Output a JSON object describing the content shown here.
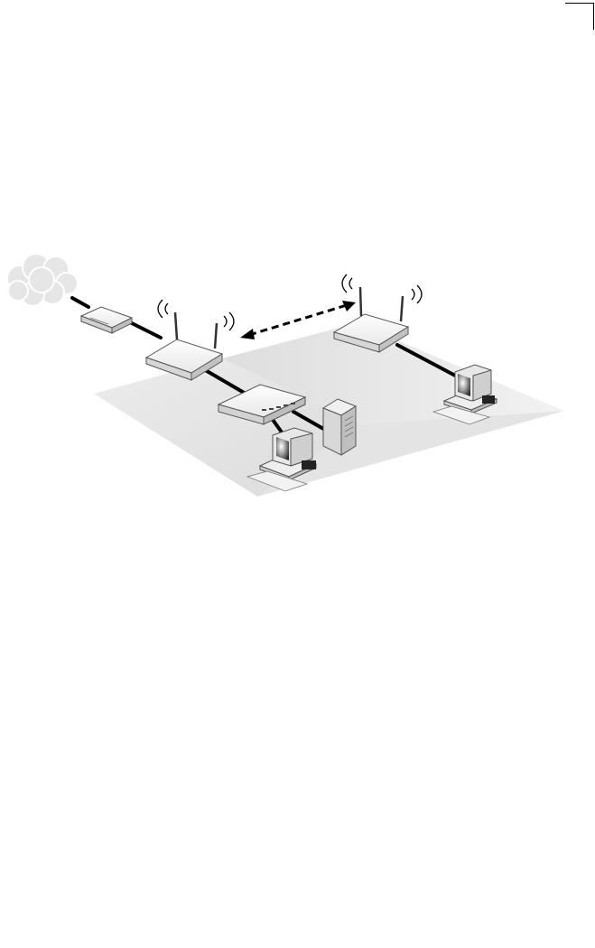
{
  "diagram": {
    "nodes": [
      {
        "id": "internet",
        "icon": "cloud-icon"
      },
      {
        "id": "modem",
        "icon": "modem-icon"
      },
      {
        "id": "access-point-1",
        "icon": "access-point-icon"
      },
      {
        "id": "access-point-2",
        "icon": "access-point-icon"
      },
      {
        "id": "switch",
        "icon": "switch-icon"
      },
      {
        "id": "server",
        "icon": "server-icon"
      },
      {
        "id": "workstation-1",
        "icon": "computer-icon"
      },
      {
        "id": "workstation-2",
        "icon": "computer-icon"
      }
    ],
    "links": [
      {
        "from": "internet",
        "to": "modem",
        "style": "wired"
      },
      {
        "from": "modem",
        "to": "access-point-1",
        "style": "wired"
      },
      {
        "from": "access-point-1",
        "to": "switch",
        "style": "wired"
      },
      {
        "from": "switch",
        "to": "server",
        "style": "wired"
      },
      {
        "from": "switch",
        "to": "workstation-1",
        "style": "wired"
      },
      {
        "from": "access-point-1",
        "to": "access-point-2",
        "style": "wireless-bridge-dashed"
      },
      {
        "from": "access-point-2",
        "to": "workstation-2",
        "style": "wired"
      }
    ],
    "colors": {
      "floor": "#e6e6e6",
      "cable": "#000000",
      "device_body": "#f4f4f4",
      "device_outline": "#555555"
    }
  }
}
